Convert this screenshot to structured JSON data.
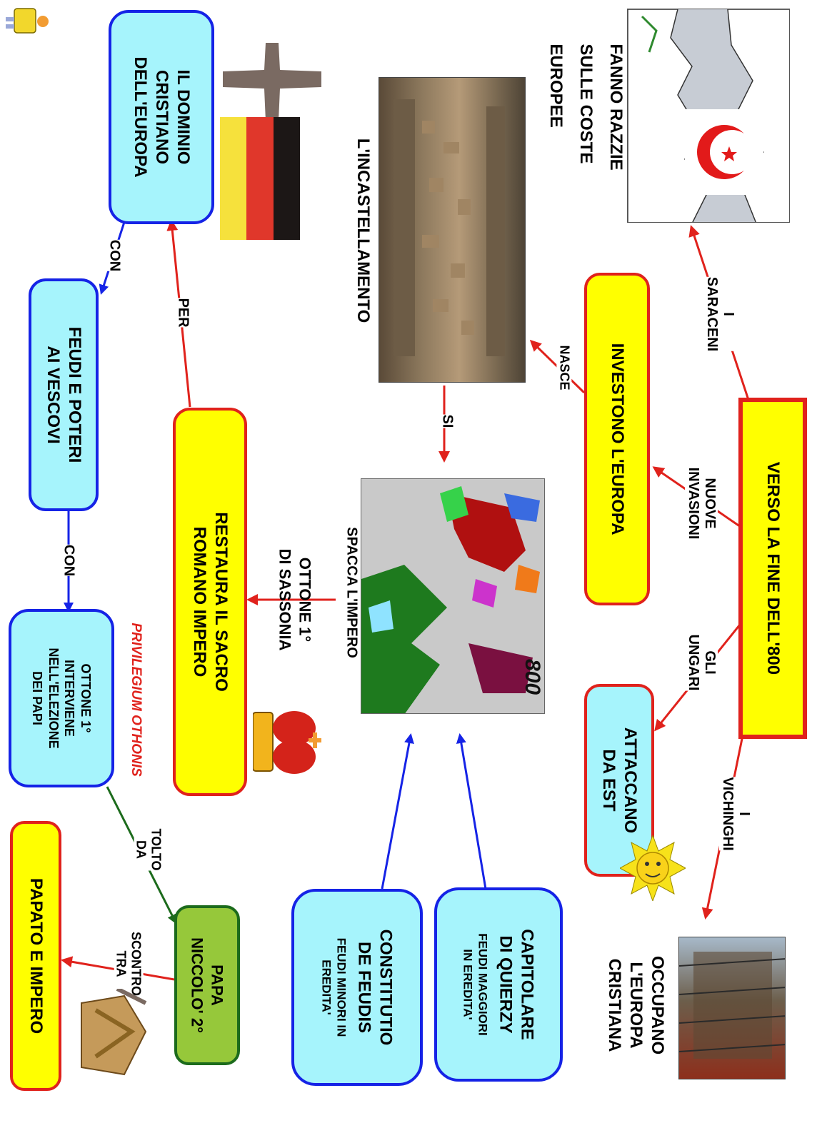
{
  "nodes": {
    "verso": {
      "lines": [
        "VERSO   LA   FINE   DELL'800"
      ]
    },
    "investono": {
      "lines": [
        "INVESTONO     L'EUROPA"
      ]
    },
    "attaccano": {
      "lines": [
        "ATTACCANO",
        "DA   EST"
      ]
    },
    "occupano": {
      "lines": [
        "OCCUPANO",
        "L'EUROPA",
        "CRISTIANA"
      ]
    },
    "fanno": {
      "lines": [
        "FANNO     RAZZIE",
        "SULLE     COSTE",
        "EUROPEE"
      ]
    },
    "incastellamento": {
      "lines": [
        "L'INCASTELLAMENTO"
      ]
    },
    "dominio": {
      "lines": [
        "IL   DOMINIO",
        "CRISTIANO",
        "DELL'EUROPA"
      ]
    },
    "feudi": {
      "lines": [
        "FEUDI   E   POTERI",
        "AI   VESCOVI"
      ]
    },
    "restaura": {
      "lines": [
        "RESTAURA   IL   SACRO",
        "ROMANO   IMPERO"
      ]
    },
    "ottone_elezione": {
      "lines": [
        "OTTONE   1°",
        "INTERVIENE",
        "NELL'ELEZIONE",
        "DEI   PAPI"
      ]
    },
    "capitolare": {
      "title": [
        "CAPITOLARE",
        "DI   QUIERZY"
      ],
      "sub": [
        "FEUDI   MAGGIORI",
        "IN   EREDITA'"
      ]
    },
    "constitutio": {
      "title": [
        "CONSTITUTIO",
        "DE   FEUDIS"
      ],
      "sub": [
        "FEUDI   MINORI   IN",
        "EREDITA'"
      ]
    },
    "papa": {
      "lines": [
        "PAPA",
        "NICCOLO'   2°"
      ]
    },
    "papato": {
      "lines": [
        "PAPATO   E   IMPERO"
      ]
    },
    "ottone_sassonia": {
      "lines": [
        "OTTONE   1°",
        "DI   SASSONIA"
      ]
    },
    "spacca": {
      "lines": [
        "SPACCA       L'IMPERO"
      ]
    },
    "privilegium": {
      "lines": [
        "PRIVILEGIUM   OTHONIS"
      ]
    }
  },
  "links": {
    "i_saraceni": [
      "I",
      "SARACENI"
    ],
    "nuove_invasioni": [
      "NUOVE",
      "INVASIONI"
    ],
    "gli_ungari": [
      "GLI",
      "UNGARI"
    ],
    "i_vichinghi": [
      "I",
      "VICHINGHI"
    ],
    "nasce": [
      "NASCE"
    ],
    "si": [
      "SI"
    ],
    "per": [
      "PER"
    ],
    "con_1": [
      "CON"
    ],
    "con_2": [
      "CON"
    ],
    "tolto_da": [
      "TOLTO",
      "DA"
    ],
    "scontro_tra": [
      "SCONTRO",
      "TRA"
    ]
  },
  "map_label": "800",
  "icons": [
    "crescent-flag-icon",
    "cross-icon",
    "german-flag-icon",
    "crown-icon",
    "sun-icon",
    "robot-icon",
    "papal-tiara-icon"
  ],
  "colors": {
    "yellow_fill": "#ffff00",
    "cyan_fill": "#a6f4fc",
    "red_link": "#e0221c",
    "blue_link": "#1523e6",
    "green_link": "#1c6b1c",
    "papa_fill": "#96c83a"
  }
}
